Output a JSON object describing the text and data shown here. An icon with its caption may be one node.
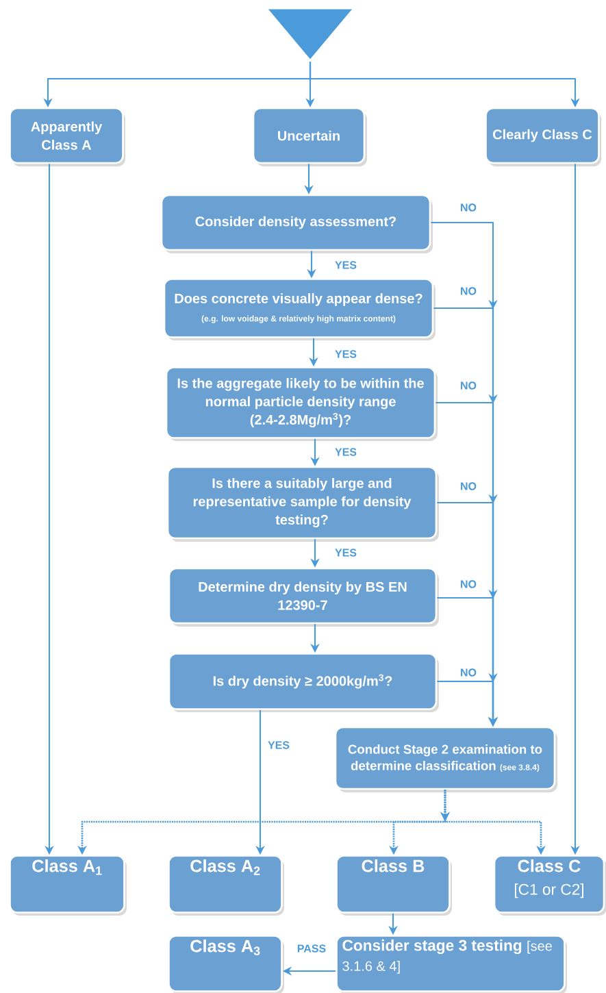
{
  "diagram": {
    "nodes": [
      {
        "text": [],
        "shape": "triangle"
      },
      {
        "text": [
          "Apparently Class A"
        ]
      },
      {
        "text": [
          "Uncertain"
        ]
      },
      {
        "text": [
          "Clearly Class C"
        ]
      },
      {
        "text": [
          "Consider density assessment?"
        ]
      },
      {
        "text": [
          "Does concrete visually appear dense?",
          "(e.g. low voidage & relatively high matrix content)"
        ]
      },
      {
        "text": [
          "Is the aggregate likely to be within the normal particle density range (2.4-2.8Mg/m$^{3}$)?"
        ]
      },
      {
        "text": [
          "Is there a suitably large and representative sample for density testing?"
        ]
      },
      {
        "text": [
          "Determine dry density by BS EN 12390-7"
        ]
      },
      {
        "text": [
          "Is dry density ≥ 2000kg/m$^{3}$?"
        ]
      },
      {
        "text": [
          "Conduct Stage 2 examination to determine classification",
          "(see 3.8.4)"
        ]
      },
      {
        "text": [
          "Class A$_{1}$"
        ]
      },
      {
        "text": [
          "Class A$_{2}$"
        ]
      },
      {
        "text": [
          "Class B"
        ]
      },
      {
        "text": [
          "Class C",
          "[C1 or C2]"
        ]
      },
      {
        "text": [
          "Class A$_{3}$"
        ]
      },
      {
        "text": [
          "Consider stage 3 testing",
          "[see 3.1.6 & 4]"
        ]
      }
    ],
    "edges": [
      {
        "from": 0,
        "to": 1,
        "arrow": "to"
      },
      {
        "from": 0,
        "to": 2,
        "arrow": "to"
      },
      {
        "from": 0,
        "to": 3,
        "arrow": "to"
      },
      {
        "from": 2,
        "to": 4,
        "arrow": "to"
      },
      {
        "from": 4,
        "to": 5,
        "arrow": "to",
        "label": "YES"
      },
      {
        "from": 5,
        "to": 6,
        "arrow": "to",
        "label": "YES"
      },
      {
        "from": 6,
        "to": 7,
        "arrow": "to",
        "label": "YES"
      },
      {
        "from": 7,
        "to": 8,
        "arrow": "to",
        "label": "YES"
      },
      {
        "from": 8,
        "to": 9,
        "arrow": "to"
      },
      {
        "from": 4,
        "to": 10,
        "arrow": "to",
        "label": "NO"
      },
      {
        "from": 5,
        "to": 10,
        "arrow": "to",
        "label": "NO"
      },
      {
        "from": 6,
        "to": 10,
        "arrow": "to",
        "label": "NO"
      },
      {
        "from": 7,
        "to": 10,
        "arrow": "to",
        "label": "NO"
      },
      {
        "from": 8,
        "to": 10,
        "arrow": "to",
        "label": "NO"
      },
      {
        "from": 9,
        "to": 10,
        "arrow": "to",
        "label": "NO"
      },
      {
        "from": 1,
        "to": 11,
        "arrow": "to"
      },
      {
        "from": 9,
        "to": 12,
        "arrow": "to",
        "label": "YES"
      },
      {
        "from": 3,
        "to": 14,
        "arrow": "to"
      },
      {
        "from": 10,
        "to": 11,
        "arrow": "to",
        "style": "dashed"
      },
      {
        "from": 10,
        "to": 13,
        "arrow": "to",
        "style": "dashed"
      },
      {
        "from": 10,
        "to": 14,
        "arrow": "to",
        "style": "dashed"
      },
      {
        "from": 13,
        "to": 16,
        "arrow": "to"
      },
      {
        "from": 16,
        "to": 15,
        "arrow": "to",
        "label": "PASS"
      }
    ]
  }
}
